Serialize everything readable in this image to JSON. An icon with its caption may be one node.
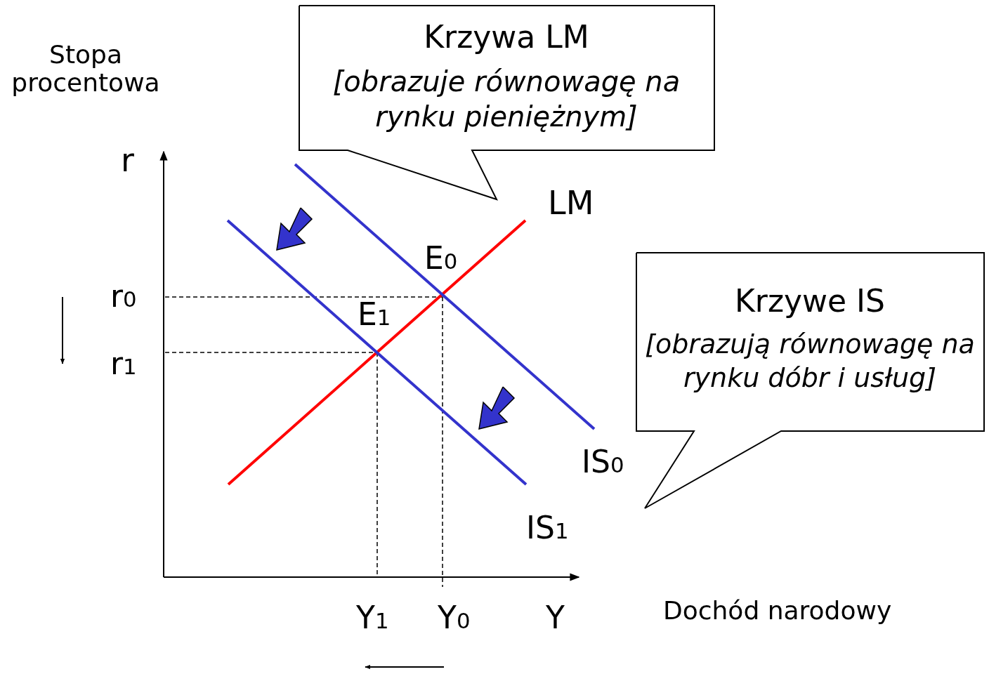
{
  "diagram": {
    "nodes": [
      {
        "text": [
          "Krzywa LM",
          "[obrazuje równowagę na rynku pieniężnym]"
        ]
      },
      {
        "text": [
          "Krzywe IS",
          "[obrazują równowagę na rynku dóbr i usług]"
        ]
      }
    ],
    "labels": [
      "Stopa procentowa",
      "r",
      "LM",
      "E$_{0}$",
      "r$_{0}$",
      "E$_{1}$",
      "r$_{1}$",
      "IS$_{0}$",
      "IS$_{1}$",
      "Y$_{1}$",
      "Y$_{0}$",
      "Y",
      "Dochód narodowy"
    ]
  }
}
